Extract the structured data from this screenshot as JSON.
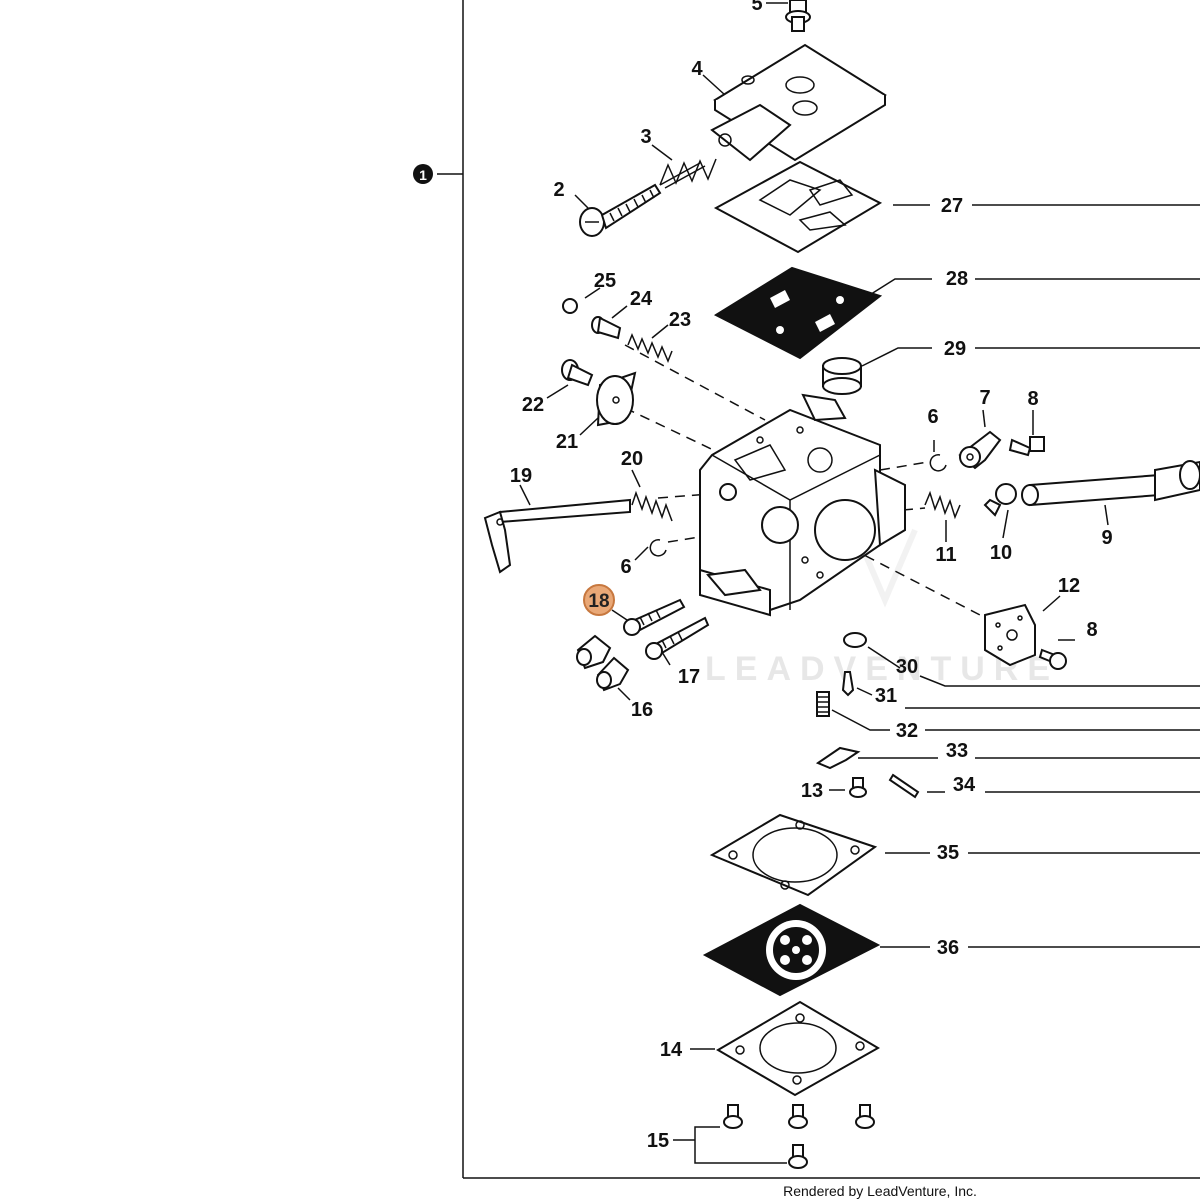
{
  "diagram": {
    "assembly_marker": "1",
    "highlighted_part": "18",
    "highlight_color": "#e9a877",
    "watermark": "LEADVENTURE",
    "footer": "Rendered by LeadVenture, Inc.",
    "labels": {
      "p2": "2",
      "p3": "3",
      "p4": "4",
      "p5": "5",
      "p6a": "6",
      "p6b": "6",
      "p7": "7",
      "p8a": "8",
      "p8b": "8",
      "p9": "9",
      "p10": "10",
      "p11": "11",
      "p12": "12",
      "p13": "13",
      "p14": "14",
      "p15": "15",
      "p16": "16",
      "p17": "17",
      "p18": "18",
      "p19": "19",
      "p20": "20",
      "p21": "21",
      "p22": "22",
      "p23": "23",
      "p24": "24",
      "p25": "25",
      "p27": "27",
      "p28": "28",
      "p29": "29",
      "p30": "30",
      "p31": "31",
      "p32": "32",
      "p33": "33",
      "p34": "34",
      "p35": "35",
      "p36": "36"
    }
  }
}
